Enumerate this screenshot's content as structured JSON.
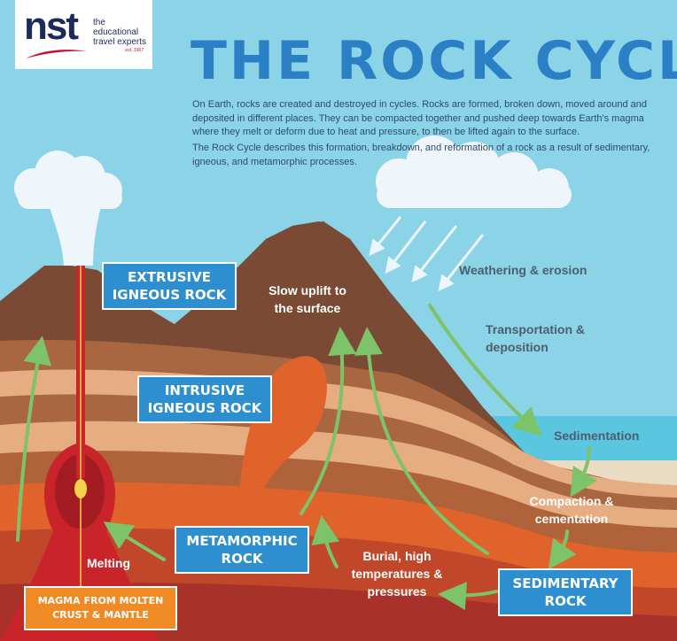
{
  "logo": {
    "brand": "nst",
    "tagline": "the educational travel experts",
    "est": "est. 1967"
  },
  "title": "THE ROCK CYCLE",
  "intro": {
    "p1": "On Earth, rocks are created and destroyed in cycles. Rocks are formed, broken down, moved around and deposited in different places. They can be compacted together and pushed deep towards Earth's magma where they melt or deform due to heat and pressure, to then be lifted again to the surface.",
    "p2": "The Rock Cycle describes this formation, breakdown, and reformation of a rock as a result of sedimentary, igneous, and metamorphic processes."
  },
  "boxes": {
    "extrusive": "EXTRUSIVE IGNEOUS ROCK",
    "intrusive": "INTRUSIVE IGNEOUS ROCK",
    "metamorphic": "METAMORPHIC ROCK",
    "sedimentary": "SEDIMENTARY ROCK",
    "magma": "MAGMA FROM MOLTEN CRUST & MANTLE"
  },
  "labels": {
    "uplift": "Slow uplift to the surface",
    "weathering": "Weathering & erosion",
    "transportation": "Transportation & deposition",
    "sedimentation": "Sedimentation",
    "compaction": "Compaction & cementation",
    "burial": "Burial, high temperatures & pressures",
    "melting": "Melting"
  },
  "colors": {
    "sky": "#8bd3e6",
    "title": "#2b7fc4",
    "box": "#2d8fd0",
    "magma_box": "#f08a24",
    "arrow": "#7cc36a",
    "sea": "#5bc6e0",
    "magma": "#c8242a"
  }
}
